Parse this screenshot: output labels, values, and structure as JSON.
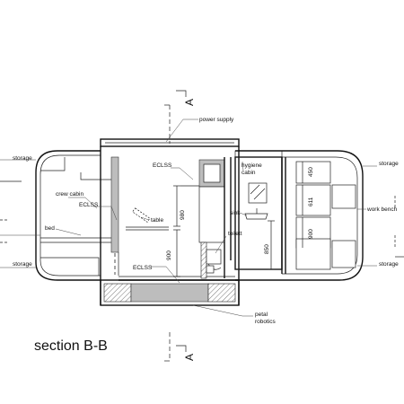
{
  "section_title": "section B-B",
  "section_marker": "A",
  "labels": {
    "power_supply": "power supply",
    "storage_left_top": "storage",
    "crew_cabin": "crew cabin",
    "eclss_left": "ECLSS",
    "bed": "bed",
    "storage_left_bottom": "storage",
    "eclss_center_top": "ECLSS",
    "table": "table",
    "eclss_center_bottom": "ECLSS",
    "hygiene_cabin": "hygiene\ncabin",
    "sink": "sink",
    "toilett": "toilett",
    "storage_right_top": "storage",
    "work_bench": "work bench",
    "storage_right_bottom": "storage",
    "petal_robotics": "petal\nrobotics"
  },
  "dimensions": {
    "d980": "980",
    "d900_left": "900",
    "d850": "850",
    "d450": "450",
    "d611": "611",
    "d900_right": "900"
  }
}
